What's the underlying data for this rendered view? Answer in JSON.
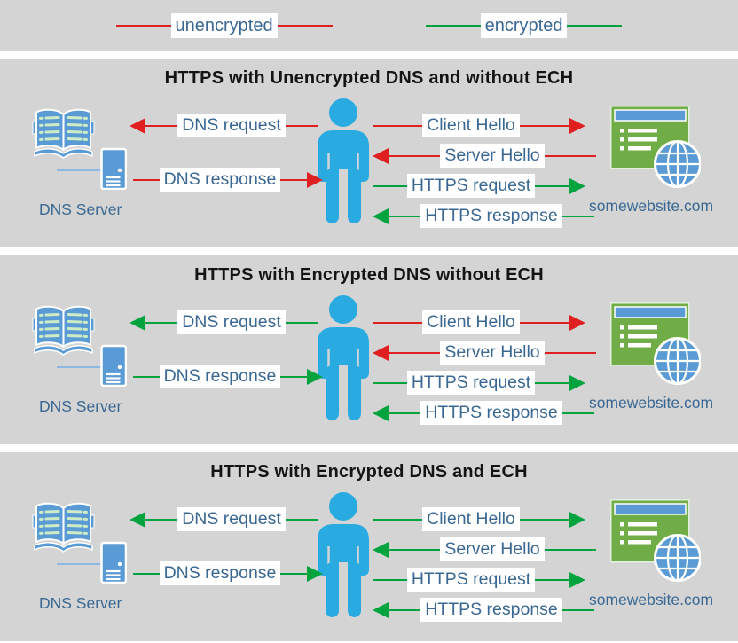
{
  "legend": {
    "items": [
      {
        "label": "unencrypted",
        "color": "#e02020"
      },
      {
        "label": "encrypted",
        "color": "#00a33e"
      }
    ]
  },
  "colors": {
    "unencrypted": "#e02020",
    "encrypted": "#00a33e",
    "panel_background": "#d4d4d4",
    "label_text": "#3a6893",
    "person_blue": "#29abe2",
    "dns_icon_blue": "#5b9bd5",
    "website_green": "#70ad47",
    "globe_blue": "#5b9bd5"
  },
  "panels": [
    {
      "title": "HTTPS with Unencrypted DNS and without ECH",
      "dns_server_caption": "DNS Server",
      "website_caption": "somewebsite.com",
      "arrows": {
        "dns_request": {
          "label": "DNS request",
          "color": "#e02020",
          "direction": "left"
        },
        "dns_response": {
          "label": "DNS response",
          "color": "#e02020",
          "direction": "right"
        },
        "client_hello": {
          "label": "Client Hello",
          "color": "#e02020",
          "direction": "right"
        },
        "server_hello": {
          "label": "Server Hello",
          "color": "#e02020",
          "direction": "left"
        },
        "https_request": {
          "label": "HTTPS request",
          "color": "#00a33e",
          "direction": "right"
        },
        "https_response": {
          "label": "HTTPS response",
          "color": "#00a33e",
          "direction": "left"
        }
      }
    },
    {
      "title": "HTTPS with Encrypted DNS without ECH",
      "dns_server_caption": "DNS Server",
      "website_caption": "somewebsite.com",
      "arrows": {
        "dns_request": {
          "label": "DNS request",
          "color": "#00a33e",
          "direction": "left"
        },
        "dns_response": {
          "label": "DNS response",
          "color": "#00a33e",
          "direction": "right"
        },
        "client_hello": {
          "label": "Client Hello",
          "color": "#e02020",
          "direction": "right"
        },
        "server_hello": {
          "label": "Server Hello",
          "color": "#e02020",
          "direction": "left"
        },
        "https_request": {
          "label": "HTTPS request",
          "color": "#00a33e",
          "direction": "right"
        },
        "https_response": {
          "label": "HTTPS response",
          "color": "#00a33e",
          "direction": "left"
        }
      }
    },
    {
      "title": "HTTPS with Encrypted DNS and ECH",
      "dns_server_caption": "DNS Server",
      "website_caption": "somewebsite.com",
      "arrows": {
        "dns_request": {
          "label": "DNS request",
          "color": "#00a33e",
          "direction": "left"
        },
        "dns_response": {
          "label": "DNS response",
          "color": "#00a33e",
          "direction": "right"
        },
        "client_hello": {
          "label": "Client Hello",
          "color": "#00a33e",
          "direction": "right"
        },
        "server_hello": {
          "label": "Server Hello",
          "color": "#00a33e",
          "direction": "left"
        },
        "https_request": {
          "label": "HTTPS request",
          "color": "#00a33e",
          "direction": "right"
        },
        "https_response": {
          "label": "HTTPS response",
          "color": "#00a33e",
          "direction": "left"
        }
      }
    }
  ]
}
